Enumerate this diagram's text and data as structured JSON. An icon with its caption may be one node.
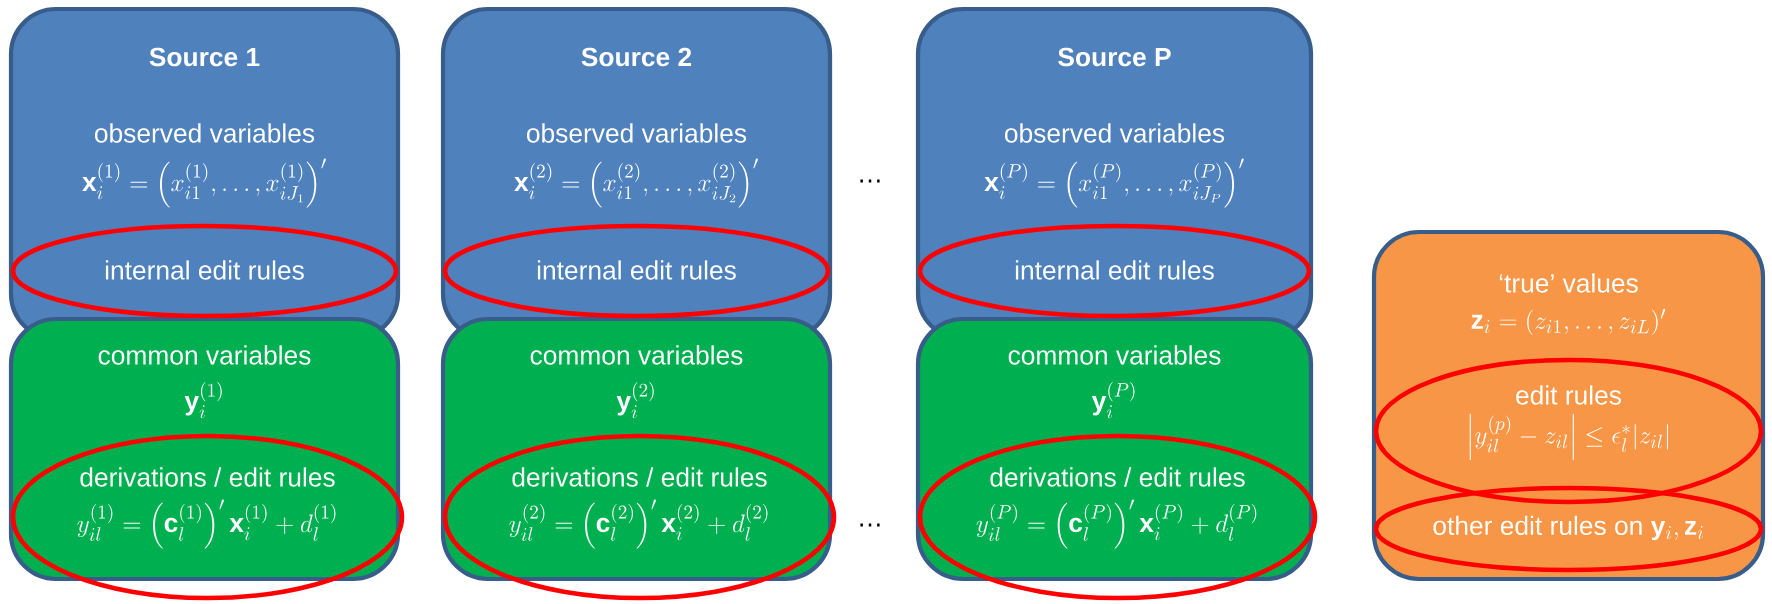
{
  "diagram": {
    "nodes": [
      {
        "text": [
          "Source 1",
          "observed variables",
          "\\mathbf{x}_i^{(1)} = \\left(x_{i1}^{(1)}, \\ldots, x_{iJ_1}^{(1)}\\right)'"
        ]
      },
      {
        "text": [
          "internal edit rules"
        ],
        "in": 0
      },
      {
        "text": [
          "common variables",
          "\\mathbf{y}_i^{(1)}"
        ]
      },
      {
        "text": [
          "derivations / edit rules",
          "y_{il}^{(1)} = \\left(\\mathbf{c}_l^{(1)}\\right)' \\mathbf{x}_i^{(1)} + d_l^{(1)}"
        ]
      },
      {
        "text": [
          "Source 2",
          "observed variables",
          "\\mathbf{x}_i^{(2)} = \\left(x_{i1}^{(2)}, \\ldots, x_{iJ_2}^{(2)}\\right)'"
        ]
      },
      {
        "text": [
          "internal edit rules"
        ],
        "in": 4
      },
      {
        "text": [
          "common variables",
          "\\mathbf{y}_i^{(2)}"
        ]
      },
      {
        "text": [
          "derivations / edit rules",
          "y_{il}^{(2)} = \\left(\\mathbf{c}_l^{(2)}\\right)' \\mathbf{x}_i^{(2)} + d_l^{(2)}"
        ]
      },
      {
        "text": [
          "Source P",
          "observed variables",
          "\\mathbf{x}_i^{(P)} = \\left(x_{i1}^{(P)}, \\ldots, x_{iJ_P}^{(P)}\\right)'"
        ]
      },
      {
        "text": [
          "internal edit rules"
        ],
        "in": 8
      },
      {
        "text": [
          "common variables",
          "\\mathbf{y}_i^{(P)}"
        ]
      },
      {
        "text": [
          "derivations / edit rules",
          "y_{il}^{(P)} = \\left(\\mathbf{c}_l^{(P)}\\right)' \\mathbf{x}_i^{(P)} + d_l^{(P)}"
        ]
      },
      {
        "text": [
          "‘true’ values",
          "\\mathbf{z}_i = (z_{i1}, \\ldots, z_{iL})'"
        ]
      },
      {
        "text": [
          "edit rules",
          "\\left|y_{il}^{(p)} - z_{il}\\right| \\le \\epsilon_l^{*} |z_{il}|"
        ],
        "in": 12
      },
      {
        "text": [
          "\\text{other edit rules on } \\mathbf{y}_i, \\mathbf{z}_i"
        ],
        "in": 12
      }
    ],
    "labels": [
      "…",
      "…"
    ]
  }
}
